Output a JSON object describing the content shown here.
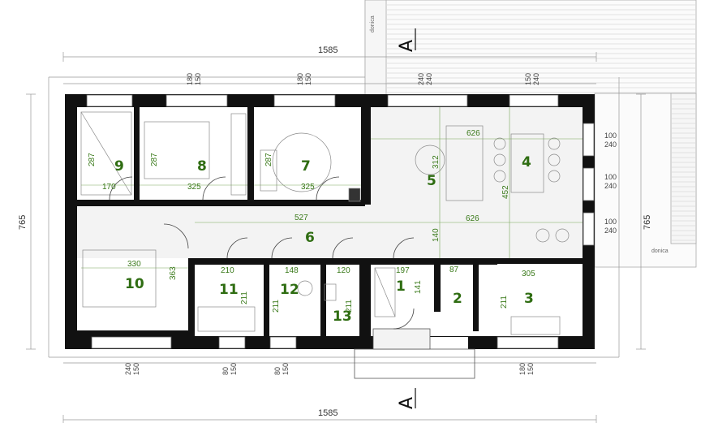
{
  "plan": {
    "overall_width": "1585",
    "overall_depth": "765",
    "section_marker": "A",
    "deck_label": "donica",
    "rooms": [
      {
        "id": "1",
        "w": "197",
        "h": "141"
      },
      {
        "id": "2",
        "w": "87"
      },
      {
        "id": "3",
        "w": "305",
        "h": "211"
      },
      {
        "id": "4",
        "h": "452"
      },
      {
        "id": "5",
        "w": "626",
        "h": "312"
      },
      {
        "id": "6",
        "w": "527",
        "h": "140"
      },
      {
        "id": "7",
        "w": "325",
        "h": "287"
      },
      {
        "id": "8",
        "w": "325",
        "h": "287"
      },
      {
        "id": "9",
        "w": "170",
        "h": "287"
      },
      {
        "id": "10",
        "w": "330",
        "h": "363"
      },
      {
        "id": "11",
        "w": "210",
        "h": "211"
      },
      {
        "id": "12",
        "w": "148",
        "h": "211"
      },
      {
        "id": "13",
        "w": "120",
        "h": "211"
      }
    ],
    "extra_dims": {
      "living_lower": "626"
    },
    "windows_top": [
      {
        "a": "180",
        "b": "150"
      },
      {
        "a": "180",
        "b": "150"
      },
      {
        "a": "240",
        "b": "240"
      },
      {
        "a": "150",
        "b": "240"
      }
    ],
    "windows_bottom": [
      {
        "a": "240",
        "b": "150"
      },
      {
        "a": "80",
        "b": "150"
      },
      {
        "a": "80",
        "b": "150"
      },
      {
        "a": "180",
        "b": "150"
      }
    ],
    "windows_right": [
      {
        "a": "100",
        "b": "240"
      },
      {
        "a": "100",
        "b": "240"
      },
      {
        "a": "100",
        "b": "240"
      }
    ]
  }
}
